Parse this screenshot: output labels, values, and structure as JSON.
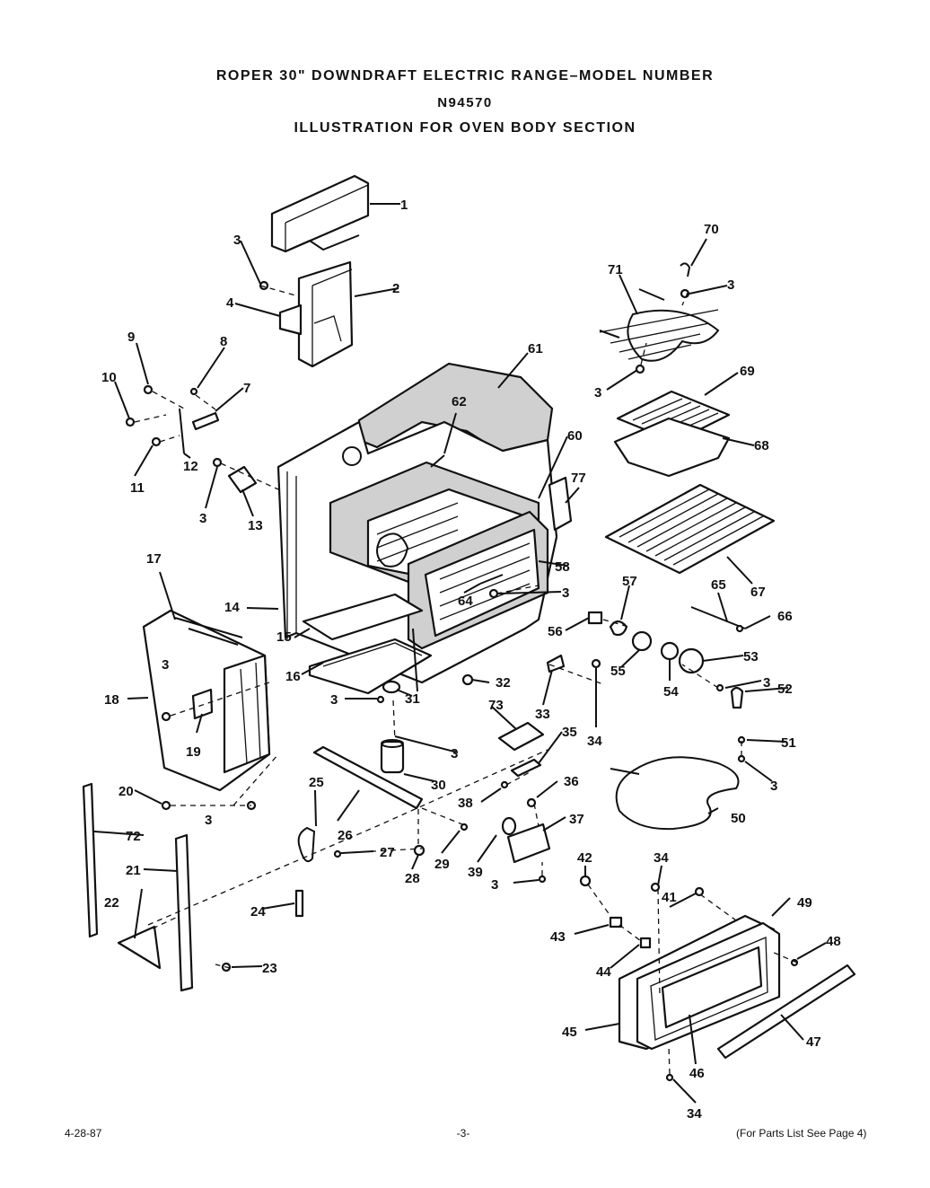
{
  "header": {
    "title_line1": "ROPER 30\" DOWNDRAFT ELECTRIC RANGE–MODEL NUMBER",
    "title_line2": "N94570",
    "title_line3": "ILLUSTRATION FOR OVEN BODY SECTION"
  },
  "footer": {
    "date": "4-28-87",
    "page": "-3-",
    "note": "(For Parts List See Page 4)"
  },
  "callouts": {
    "c1": "1",
    "c2": "2",
    "c3a": "3",
    "c4": "4",
    "c70": "70",
    "c71": "71",
    "c3b": "3",
    "c3c": "3",
    "c9": "9",
    "c8": "8",
    "c10": "10",
    "c7": "7",
    "c11": "11",
    "c12": "12",
    "c61": "61",
    "c62": "62",
    "c60": "60",
    "c69": "69",
    "c68": "68",
    "c3d": "3",
    "c13": "13",
    "c77": "77",
    "c17": "17",
    "c14": "14",
    "c58": "58",
    "c64": "64",
    "c3e": "3",
    "c67": "67",
    "c57": "57",
    "c65": "65",
    "c66": "66",
    "c56": "56",
    "c53": "53",
    "c15": "15",
    "c3f": "3",
    "c16": "16",
    "c32": "32",
    "c18": "18",
    "c73": "73",
    "c33": "33",
    "c55": "55",
    "c54": "54",
    "c3g": "3",
    "c19": "19",
    "c3h": "3",
    "c31": "31",
    "c34a": "34",
    "c52": "52",
    "c51": "51",
    "c3i": "3",
    "c35": "35",
    "c30": "30",
    "c36": "36",
    "c3j": "3",
    "c20": "20",
    "c25": "25",
    "c38": "38",
    "c3k": "3",
    "c37": "37",
    "c26": "26",
    "c50": "50",
    "c72": "72",
    "c27": "27",
    "c29": "29",
    "c21": "21",
    "c39": "39",
    "c42": "42",
    "c34b": "34",
    "c3l": "3",
    "c22": "22",
    "c28": "28",
    "c49": "49",
    "c41": "41",
    "c24": "24",
    "c48": "48",
    "c43": "43",
    "c44": "44",
    "c23": "23",
    "c45": "45",
    "c47": "47",
    "c46": "46",
    "c34c": "34"
  }
}
